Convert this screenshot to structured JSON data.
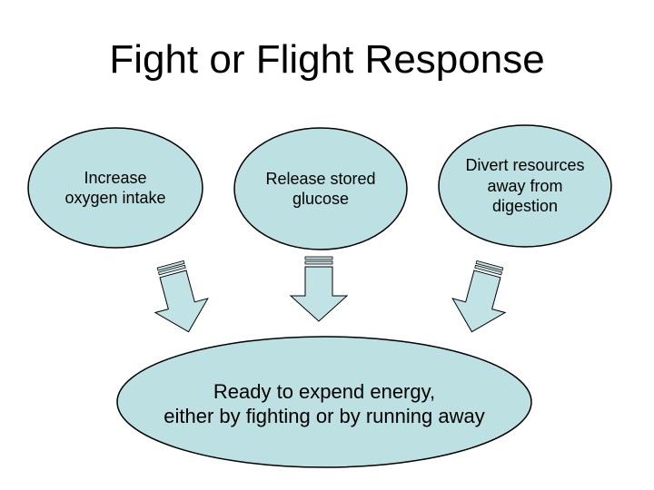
{
  "title": "Fight or Flight Response",
  "colors": {
    "node_fill": "#bde0e3",
    "node_stroke": "#000000",
    "arrow_fill": "#c2e3e6"
  },
  "nodes": {
    "oxygen": "Increase\noxygen intake",
    "glucose": "Release stored\nglucose",
    "digestion": "Divert resources\naway from\ndigestion",
    "result": "Ready to expend energy,\neither by fighting or by running away"
  }
}
